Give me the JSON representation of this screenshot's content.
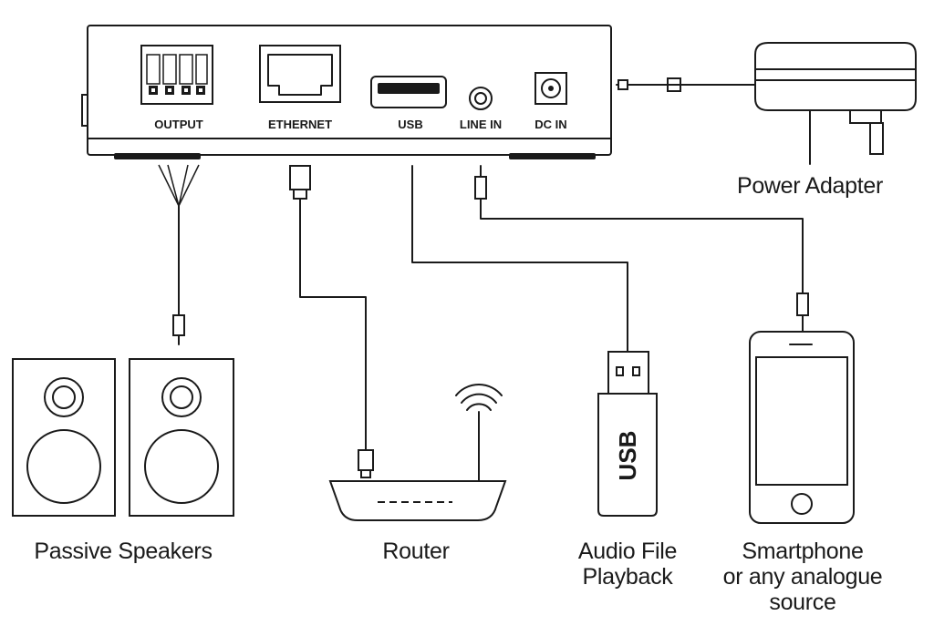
{
  "device": {
    "ports": {
      "output": "OUTPUT",
      "ethernet": "ETHERNET",
      "usb": "USB",
      "line_in": "LINE IN",
      "dc_in": "DC IN"
    }
  },
  "peripherals": {
    "power_adapter": "Power Adapter",
    "passive_speakers": "Passive Speakers",
    "router": "Router",
    "usb_stick_label": "USB",
    "audio_file_playback": [
      "Audio File",
      "Playback"
    ],
    "smartphone": [
      "Smartphone",
      "or any analogue",
      "source"
    ]
  }
}
